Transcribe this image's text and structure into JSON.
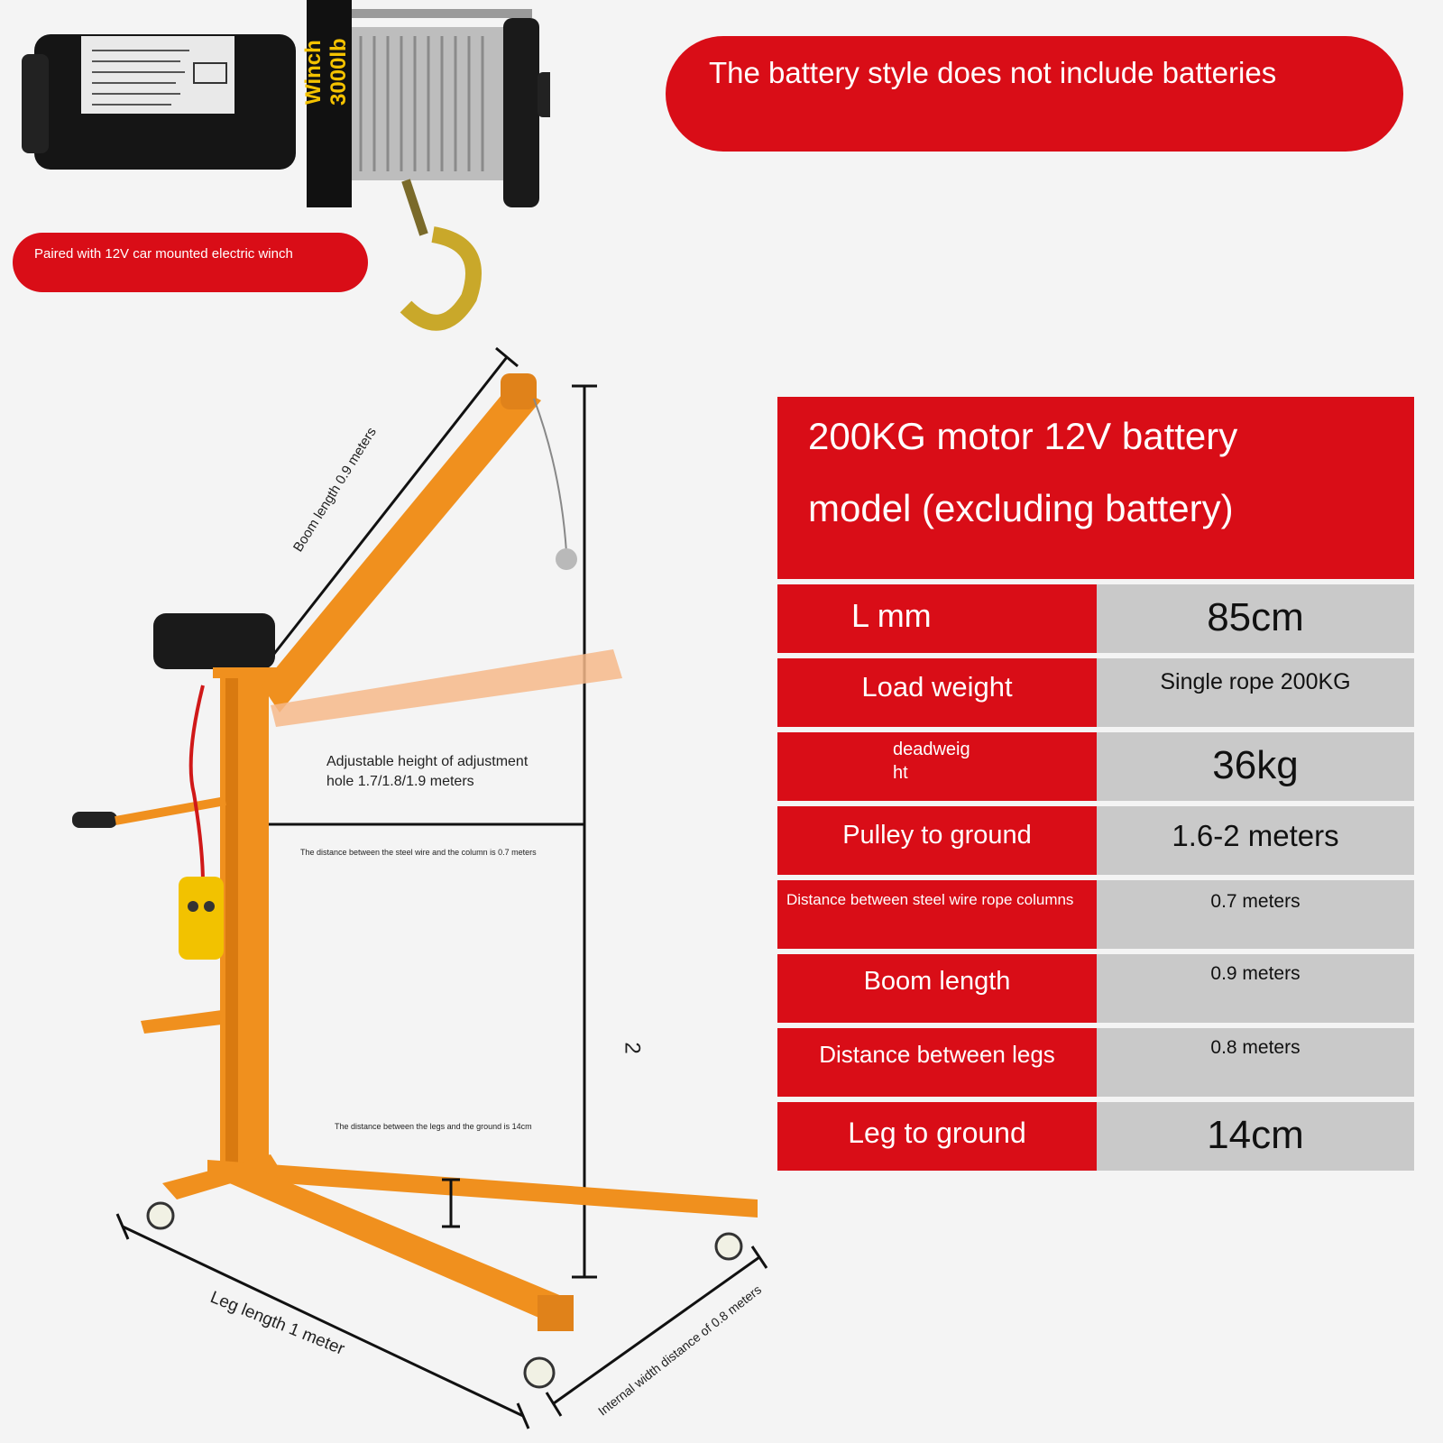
{
  "banner": {
    "text": "The battery style does not include batteries"
  },
  "winch": {
    "caption": "Paired with 12V car mounted electric winch",
    "brand_text": "Winch 3000lb"
  },
  "spec_table": {
    "title_line1": "200KG motor 12V battery",
    "title_line2": "model (excluding battery)",
    "rows": [
      {
        "label": "L mm",
        "value": "85cm"
      },
      {
        "label": "Load weight",
        "value": "Single rope 200KG"
      },
      {
        "label": "deadweig\nht",
        "value": "36kg"
      },
      {
        "label": "Pulley to ground",
        "value": "1.6-2 meters"
      },
      {
        "label": "Distance between steel wire rope columns",
        "value": "0.7 meters"
      },
      {
        "label": "Boom length",
        "value": "0.9 meters"
      },
      {
        "label": "Distance between legs",
        "value": "0.8 meters"
      },
      {
        "label": "Leg to ground",
        "value": "14cm"
      }
    ]
  },
  "annotations": {
    "boom_length": "Boom length 0.9 meters",
    "adjust_height": "Adjustable height of adjustment hole 1.7/1.8/1.9 meters",
    "wire_column": "The distance between the steel wire and the column is 0.7 meters",
    "legs_ground": "The distance between the legs and the ground is 14cm",
    "height_mark": "2",
    "leg_length": "Leg length 1 meter",
    "internal_width": "Internal width distance of 0.8 meters"
  },
  "colors": {
    "red": "#d90d17",
    "gray": "#c9c9c9",
    "crane_orange": "#f0901e",
    "background": "#f4f4f4"
  }
}
